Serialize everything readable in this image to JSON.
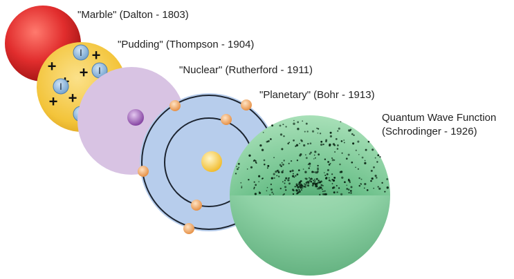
{
  "models": [
    {
      "id": "marble",
      "label": "\"Marble\" (Dalton -  1803)"
    },
    {
      "id": "pudding",
      "label": "\"Pudding\" (Thompson - 1904)"
    },
    {
      "id": "nuclear",
      "label": "\"Nuclear\" (Rutherford - 1911)"
    },
    {
      "id": "planetary",
      "label": "\"Planetary\" (Bohr - 1913)"
    },
    {
      "id": "quantum",
      "label_line1": "Quantum Wave Function",
      "label_line2": "(Schrodinger - 1926)"
    }
  ],
  "pudding_symbols": {
    "positive": "+",
    "negative": "I"
  },
  "colors": {
    "marble": "#d92b2b",
    "pudding": "#f3c43a",
    "pudding_charge": "#7fb0dc",
    "nuclear": "#d8c3e3",
    "nucleus_nuclear": "#9a57b5",
    "planetary": "#b7cdec",
    "orbit": "#1c2430",
    "electron": "#f4a35e",
    "nucleus_planetary": "#f6c740",
    "quantum": "#8fd2a6",
    "quantum_dark": "#0f3a22"
  }
}
